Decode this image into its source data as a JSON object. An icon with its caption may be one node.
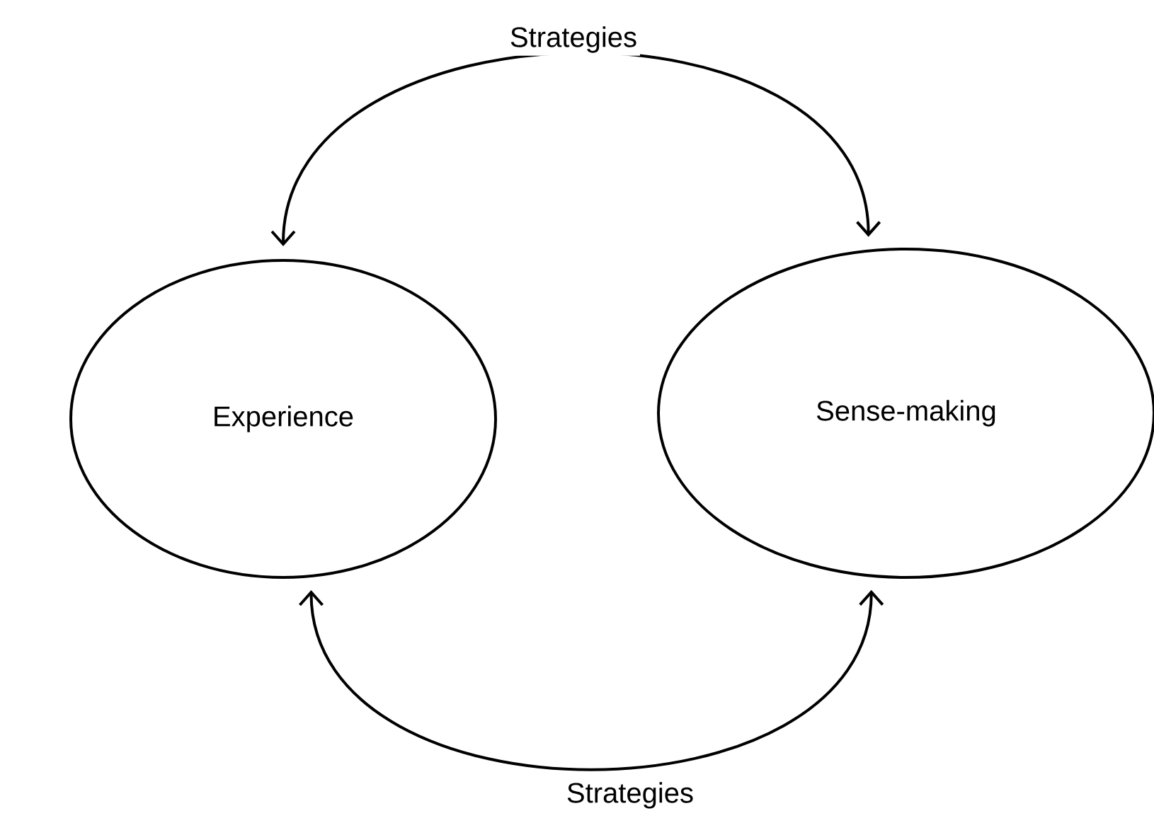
{
  "diagram": {
    "nodes": [
      {
        "text": [
          "Experience"
        ]
      },
      {
        "text": [
          "Sense-making"
        ]
      }
    ],
    "edges": [
      {
        "from": 0,
        "to": 1,
        "arrow": "both",
        "label": "Strategies"
      },
      {
        "from": 0,
        "to": 1,
        "arrow": "both",
        "label": "Strategies"
      }
    ]
  }
}
